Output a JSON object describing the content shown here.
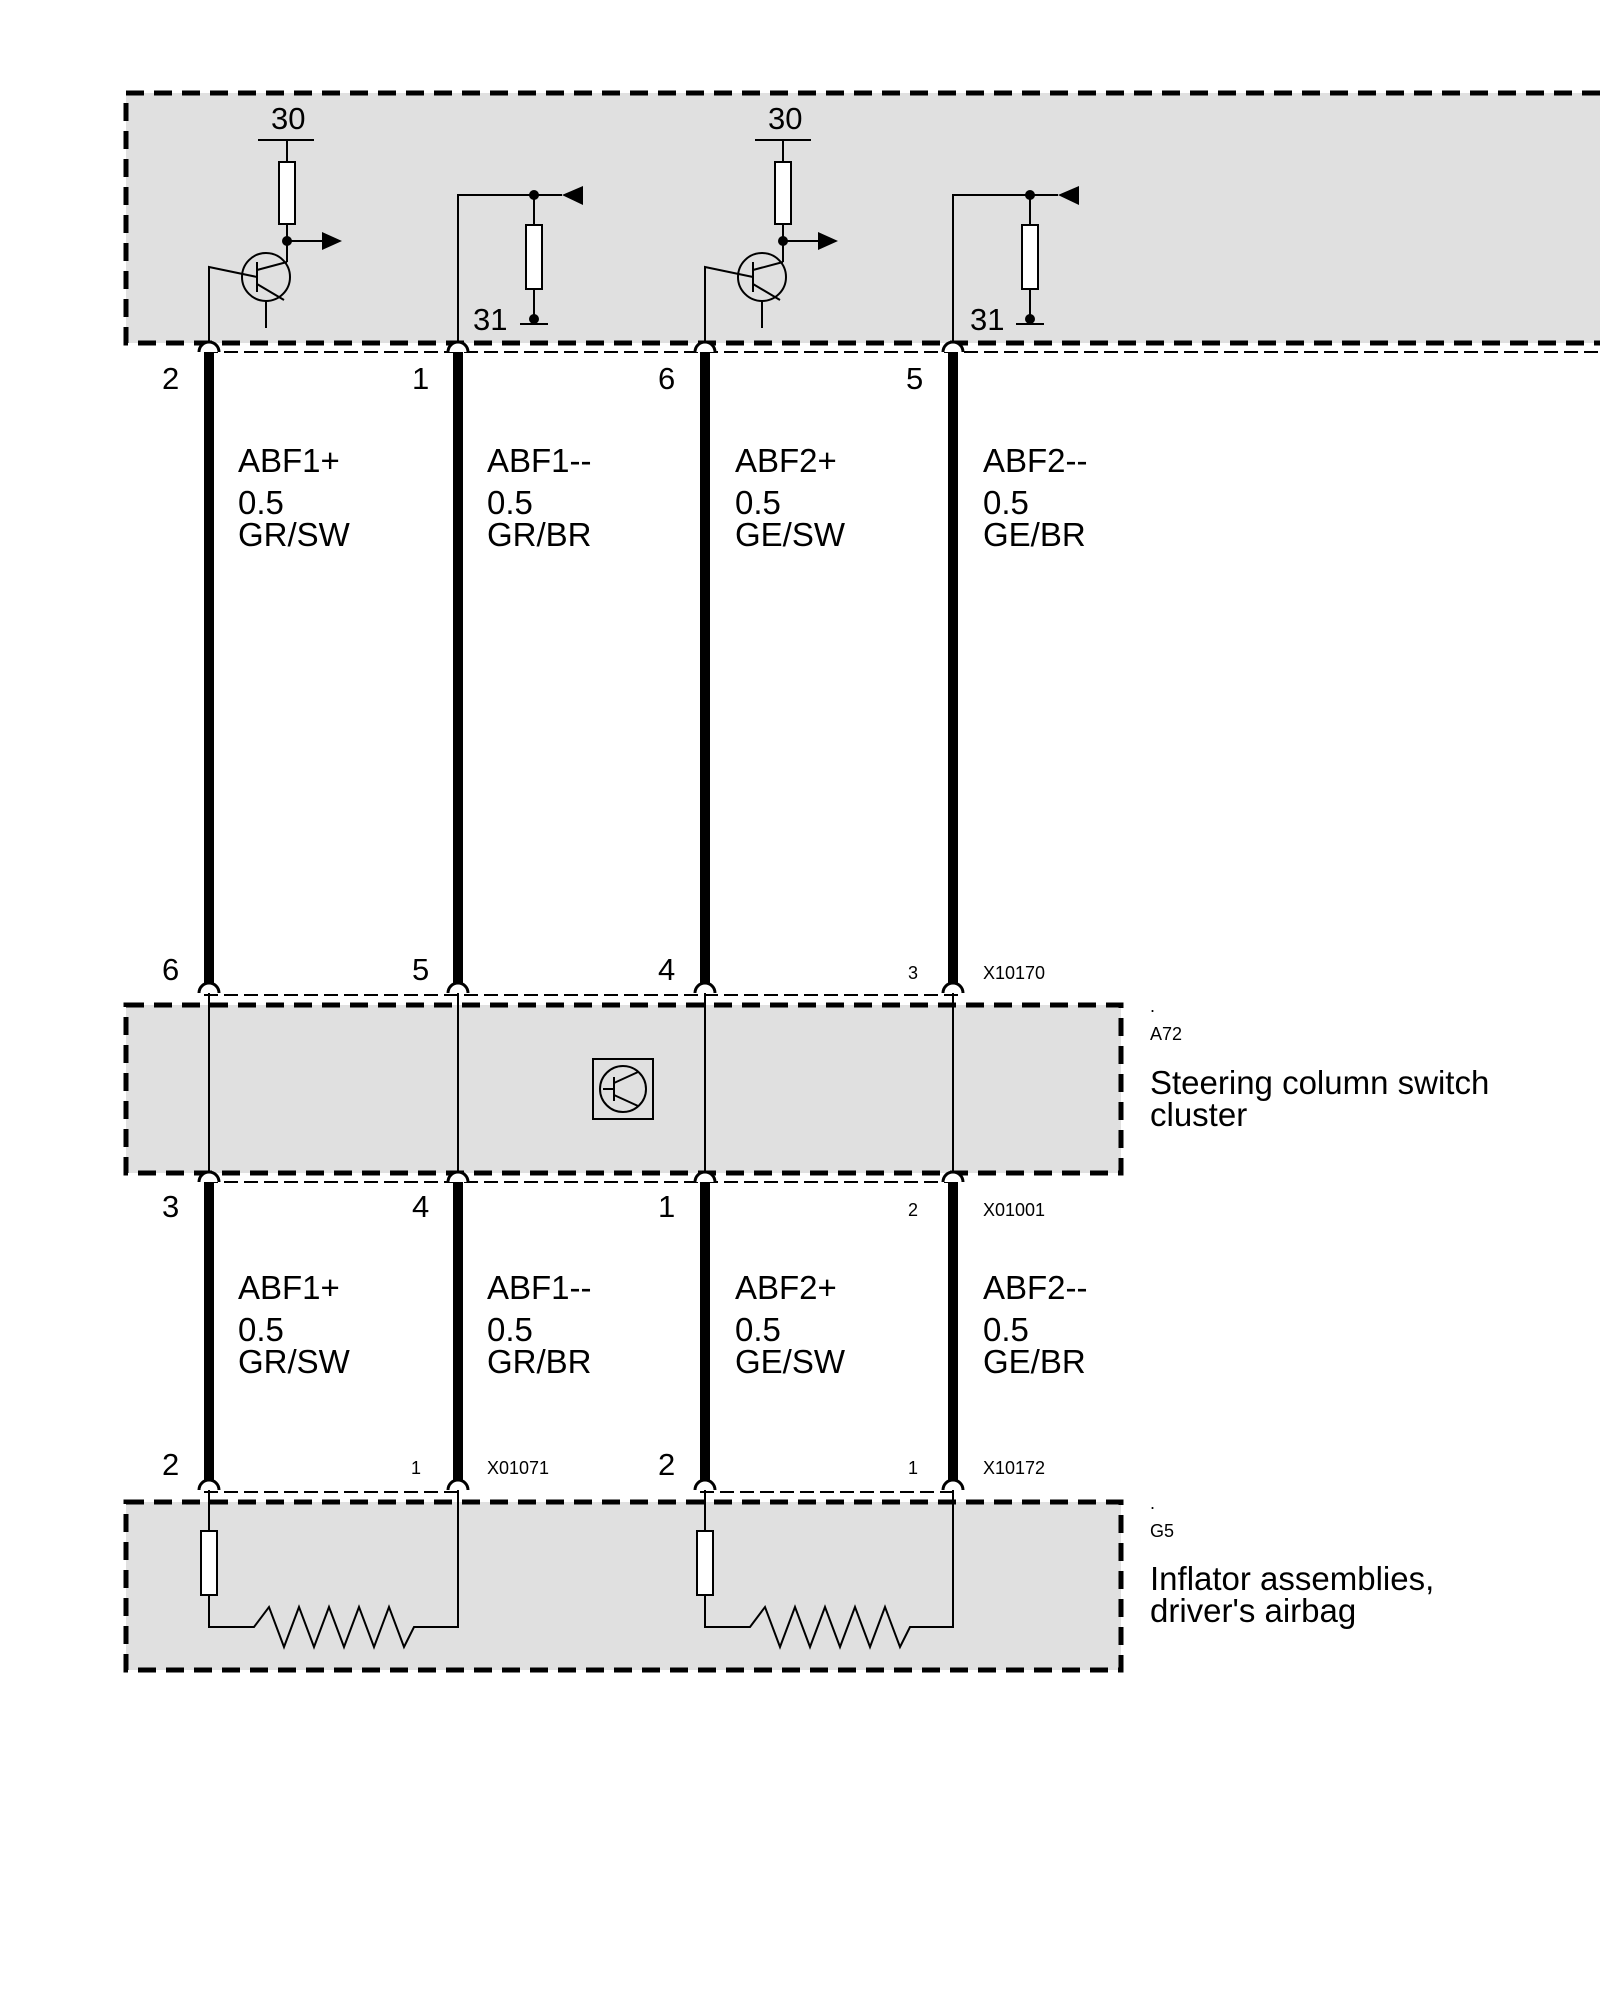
{
  "control_unit": {
    "supply_labels": [
      "30",
      "30"
    ],
    "ground_labels": [
      "31",
      "31"
    ]
  },
  "upper_harness": {
    "top_pins": [
      "2",
      "1",
      "6",
      "5"
    ],
    "bottom_pins": [
      "6",
      "5",
      "4",
      "3"
    ],
    "bottom_connector": "X10170",
    "wires": [
      {
        "name": "ABF1+",
        "size": "0.5",
        "color": "GR/SW"
      },
      {
        "name": "ABF1--",
        "size": "0.5",
        "color": "GR/BR"
      },
      {
        "name": "ABF2+",
        "size": "0.5",
        "color": "GE/SW"
      },
      {
        "name": "ABF2--",
        "size": "0.5",
        "color": "GE/BR"
      }
    ]
  },
  "steering_cluster": {
    "dot": ".",
    "id": "A72",
    "name_line1": "Steering column switch",
    "name_line2": "cluster",
    "bottom_pins": [
      "3",
      "4",
      "1",
      "2"
    ],
    "bottom_connector": "X01001"
  },
  "lower_harness": {
    "wires": [
      {
        "name": "ABF1+",
        "size": "0.5",
        "color": "GR/SW"
      },
      {
        "name": "ABF1--",
        "size": "0.5",
        "color": "GR/BR"
      },
      {
        "name": "ABF2+",
        "size": "0.5",
        "color": "GE/SW"
      },
      {
        "name": "ABF2--",
        "size": "0.5",
        "color": "GE/BR"
      }
    ],
    "end_pins": [
      "2",
      "1",
      "2",
      "1"
    ],
    "connector_left": "X01071",
    "connector_right": "X10172"
  },
  "inflator": {
    "dot": ".",
    "id": "G5",
    "name_line1": "Inflator assemblies,",
    "name_line2": "driver's airbag"
  }
}
